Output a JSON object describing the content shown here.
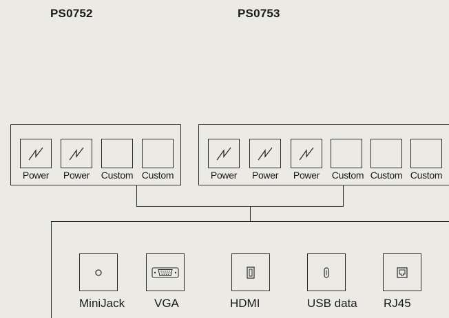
{
  "models": {
    "a": {
      "title": "PS0752"
    },
    "b": {
      "title": "PS0753"
    }
  },
  "panel_a": {
    "slots": [
      {
        "label": "Power",
        "icon": "power-symbol-icon"
      },
      {
        "label": "Power",
        "icon": "power-symbol-icon"
      },
      {
        "label": "Custom",
        "icon": ""
      },
      {
        "label": "Custom",
        "icon": ""
      }
    ]
  },
  "panel_b": {
    "slots": [
      {
        "label": "Power",
        "icon": "power-symbol-icon"
      },
      {
        "label": "Power",
        "icon": "power-symbol-icon"
      },
      {
        "label": "Power",
        "icon": "power-symbol-icon"
      },
      {
        "label": "Custom",
        "icon": ""
      },
      {
        "label": "Custom",
        "icon": ""
      },
      {
        "label": "Custom",
        "icon": ""
      }
    ]
  },
  "connectors": [
    {
      "label": "MiniJack",
      "icon": "minijack-icon"
    },
    {
      "label": "VGA",
      "icon": "vga-port-icon"
    },
    {
      "label": "HDMI",
      "icon": "hdmi-port-icon"
    },
    {
      "label": "USB data",
      "icon": "usb-port-icon"
    },
    {
      "label": "RJ45",
      "icon": "rj45-port-icon"
    }
  ]
}
